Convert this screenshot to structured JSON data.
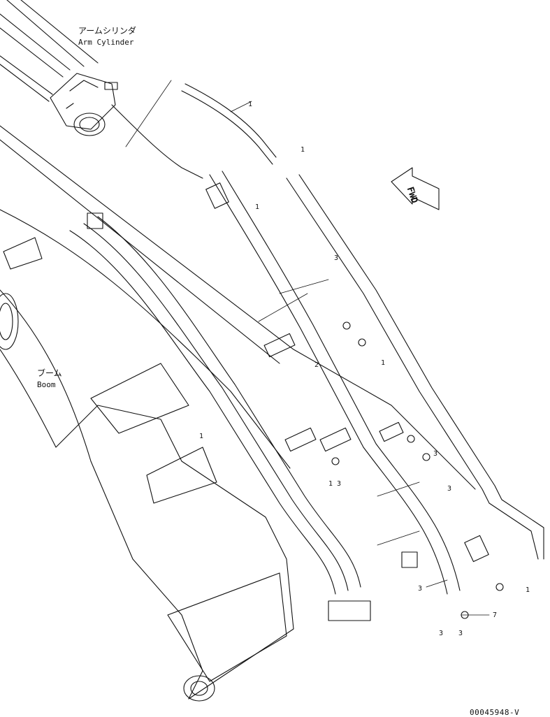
{
  "labels": {
    "arm_cylinder_jp": "アームシリンダ",
    "arm_cylinder_en": "Arm Cylinder",
    "boom_jp": "ブーム",
    "boom_en": "Boom",
    "forward": "FWD",
    "part_number": "00045948-V"
  },
  "callouts": [
    "1",
    "1",
    "3",
    "1 3",
    "1",
    "2",
    "3",
    "1",
    "1",
    "3",
    "7",
    "1",
    "3",
    "3",
    "3"
  ]
}
